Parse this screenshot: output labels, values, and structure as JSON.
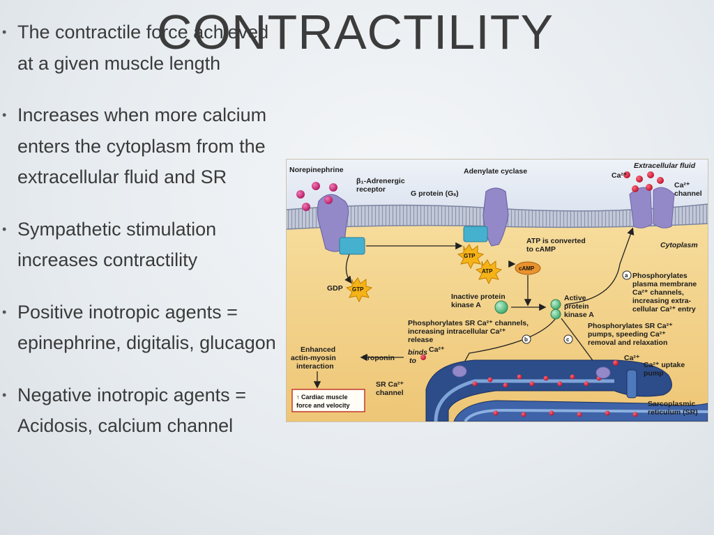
{
  "slide": {
    "title": "CONTRACTILITY",
    "bullets": [
      "The contractile force achieved at a given muscle length",
      "Increases when more calcium enters the cytoplasm from the extracellular fluid and SR",
      "Sympathetic stimulation increases contractility",
      "Positive inotropic agents = epinephrine, digitalis, glucagon",
      "Negative inotropic agents = Acidosis, calcium channel"
    ]
  },
  "figure": {
    "norepinephrine": "Norepinephrine",
    "beta1_line1": "β₁-Adrenergic",
    "beta1_line2": "receptor",
    "adenylate_cyclase": "Adenylate cyclase",
    "g_protein": "G protein (Gₛ)",
    "extracellular_fluid": "Extracellular fluid",
    "ca2": "Ca²⁺",
    "ca2_channel_line1": "Ca²⁺",
    "ca2_channel_line2": "channel",
    "cytoplasm": "Cytoplasm",
    "gtp": "GTP",
    "atp": "ATP",
    "camp": "cAMP",
    "gdp": "GDP",
    "atp_converted_line1": "ATP is converted",
    "atp_converted_line2": "to cAMP",
    "inactive_pka_line1": "Inactive protein",
    "inactive_pka_line2": "kinase A",
    "active_pka_line1": "Active",
    "active_pka_line2": "protein",
    "active_pka_line3": "kinase A",
    "step_a": "a",
    "step_b": "b",
    "step_c": "c",
    "phos_pm_line1": "Phosphorylates",
    "phos_pm_line2": "plasma membrane",
    "phos_pm_line3": "Ca²⁺ channels,",
    "phos_pm_line4": "increasing extra-",
    "phos_pm_line5": "cellular Ca²⁺ entry",
    "phos_sr_line1": "Phosphorylates SR Ca²⁺ channels,",
    "phos_sr_line2": "increasing intracellular Ca²⁺",
    "phos_sr_line3": "release",
    "phos_pump_line1": "Phosphorylates SR Ca²⁺",
    "phos_pump_line2": "pumps, speeding Ca²⁺",
    "phos_pump_line3": "removal and relaxation",
    "enhanced_line1": "Enhanced",
    "enhanced_line2": "actin-myosin",
    "enhanced_line3": "interaction",
    "troponin": "Troponin",
    "binds_line1": "binds",
    "binds_line2": "to",
    "ca2_binds": "Ca²⁺",
    "sr_channel_line1": "SR Ca²⁺",
    "sr_channel_line2": "channel",
    "cardiac_line1": "↑ Cardiac muscle",
    "cardiac_line2": "force and velocity",
    "ca2_pump_ion": "Ca²⁺",
    "uptake_line1": "Ca²⁺ uptake",
    "uptake_line2": "pump",
    "sarco_line1": "Sarcoplasmic",
    "sarco_line2": "reticulum (SR)"
  },
  "colors": {
    "membrane": "#aeb6cb",
    "protein": "#8f88c4",
    "gprotein": "#3fa9c9",
    "cytoplasm": "#f2d38a",
    "extracellular": "#dfe6f1",
    "sr": "#2f4f8f",
    "ion": "#c8102e"
  }
}
